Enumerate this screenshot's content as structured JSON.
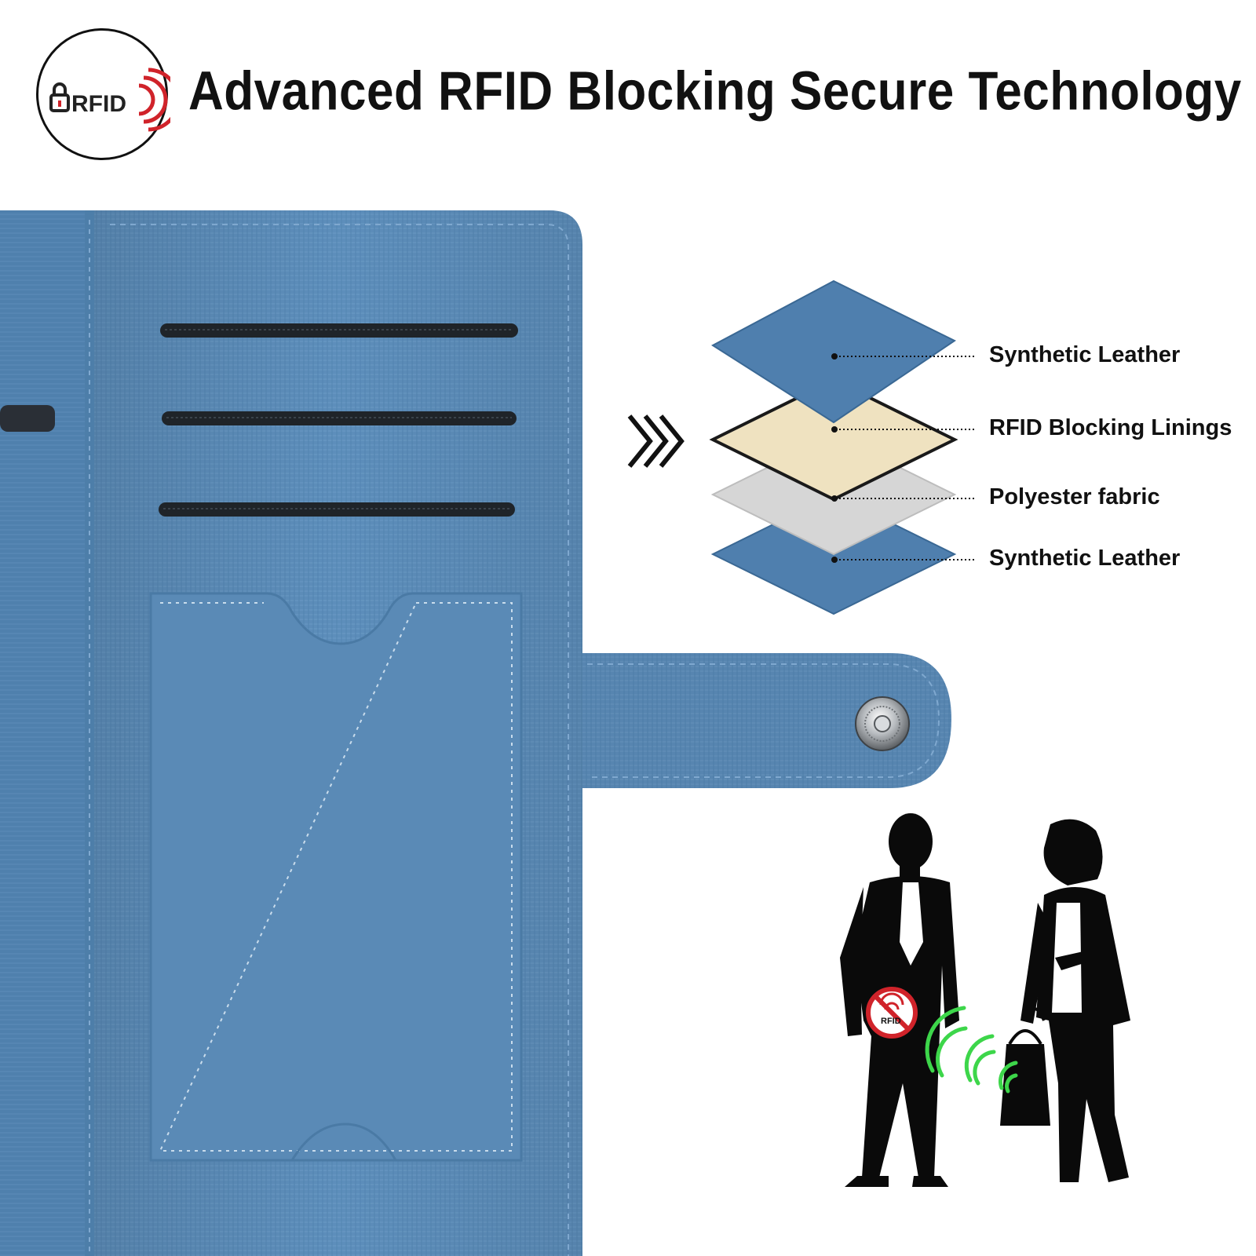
{
  "header": {
    "badge_text": "RFID",
    "title": "Advanced RFID Blocking Secure Technology"
  },
  "layers": [
    {
      "label": "Synthetic Leather"
    },
    {
      "label": "RFID Blocking Linings"
    },
    {
      "label": "Polyester fabric"
    },
    {
      "label": "Synthetic Leather"
    }
  ],
  "colors": {
    "leather_blue": "#5d8ebb",
    "leather_blue_dark": "#3f6f9c",
    "lining_beige": "#efe2c0",
    "polyester_gray": "#d6d6d6",
    "block_red": "#d0232a",
    "signal_green": "#3dd64a",
    "text_dark": "#111111"
  },
  "icons": {
    "badge": "rfid-lock-badge-icon",
    "arrow": "triple-chevron-right-icon",
    "people": "businessman-businesswoman-silhouette",
    "no_rfid": "rfid-blocked-icon",
    "signal": "wireless-signal-icon"
  }
}
